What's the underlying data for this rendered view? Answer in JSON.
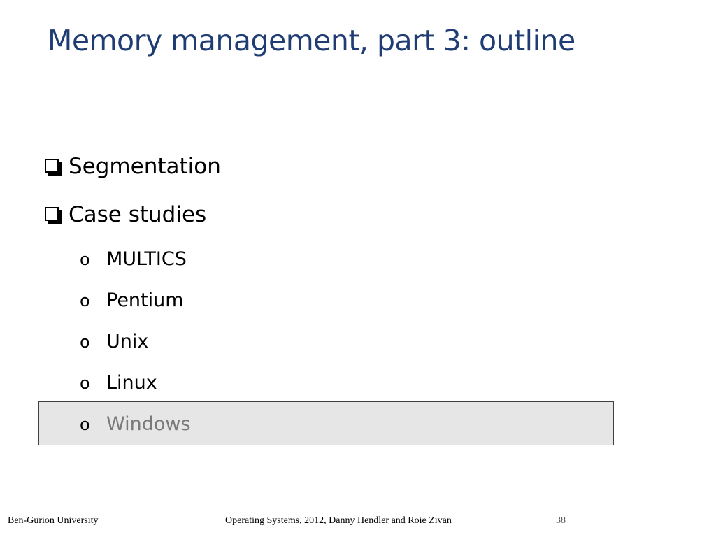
{
  "slide": {
    "title": "Memory management, part 3: outline",
    "bullets": [
      {
        "label": "Segmentation"
      },
      {
        "label": "Case studies"
      }
    ],
    "sub_items": [
      {
        "marker": "o",
        "label": "MULTICS"
      },
      {
        "marker": "o",
        "label": "Pentium"
      },
      {
        "marker": "o",
        "label": "Unix"
      },
      {
        "marker": "o",
        "label": "Linux"
      },
      {
        "marker": "o",
        "label": "Windows",
        "highlighted": true
      }
    ]
  },
  "footer": {
    "left": "Ben-Gurion University",
    "center": "Operating Systems, 2012, Danny Hendler and Roie Zivan",
    "page_number": "38"
  },
  "colors": {
    "title": "#1f3d73",
    "highlight_bg": "#e6e6e6",
    "highlight_border": "#404040",
    "dim_text": "#7a7a7a"
  }
}
